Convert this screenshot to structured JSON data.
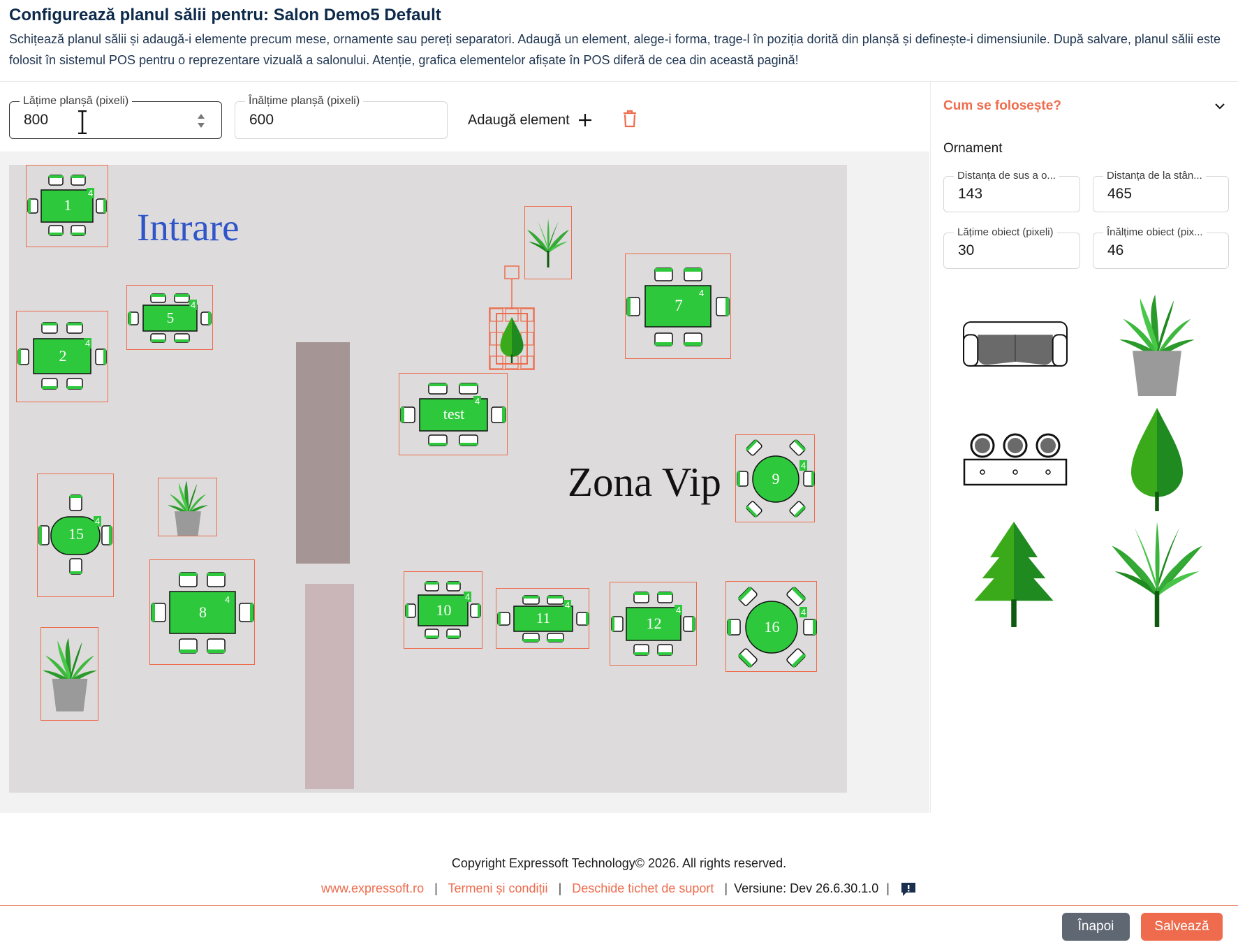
{
  "header": {
    "title": "Configurează planul sălii pentru: Salon Demo5 Default",
    "description": "Schițează planul sălii și adaugă-i elemente precum mese, ornamente sau pereți separatori. Adaugă un element, alege-i forma, trage-l în poziția dorită din planșă și definește-i dimensiunile. După salvare, planul sălii este folosit în sistemul POS pentru o reprezentare vizuală a salonului. Atenție, grafica elementelor afișate în POS diferă de cea din această pagină!"
  },
  "toolbar": {
    "width_label": "Lățime planșă (pixeli)",
    "width_value": "800",
    "height_label": "Înălțime planșă (pixeli)",
    "height_value": "600",
    "add_element_label": "Adaugă element"
  },
  "floor": {
    "labels": {
      "entrance": "Intrare",
      "vip": "Zona Vip"
    },
    "tables": [
      {
        "name": "1",
        "seats": "4"
      },
      {
        "name": "2",
        "seats": "4"
      },
      {
        "name": "5",
        "seats": "4"
      },
      {
        "name": "7",
        "seats": "4"
      },
      {
        "name": "test",
        "seats": "4"
      },
      {
        "name": "9",
        "seats": "4"
      },
      {
        "name": "15",
        "seats": "4"
      },
      {
        "name": "8",
        "seats": "4"
      },
      {
        "name": "10",
        "seats": "4"
      },
      {
        "name": "11",
        "seats": "4"
      },
      {
        "name": "12",
        "seats": "4"
      },
      {
        "name": "16",
        "seats": "4"
      }
    ]
  },
  "sidebar": {
    "how_to_label": "Cum se folosește?",
    "section_title": "Ornament",
    "fields": {
      "top_label": "Distanța de sus a o...",
      "top_value": "143",
      "left_label": "Distanța de la stân...",
      "left_value": "465",
      "width_label": "Lățime obiect (pixeli)",
      "width_value": "30",
      "height_label": "Înălțime obiect (pix...",
      "height_value": "46"
    },
    "palette": [
      "sofa-icon",
      "potted-plant-icon",
      "bar-counter-icon",
      "tree-icon",
      "pine-tree-icon",
      "palm-icon"
    ]
  },
  "footer": {
    "copyright": "Copyright Expressoft Technology© 2026. All rights reserved.",
    "link_site": "www.expressoft.ro",
    "link_terms": "Termeni și condiții",
    "link_ticket": "Deschide tichet de suport",
    "version": "Versiune: Dev 26.6.30.1.0"
  },
  "actions": {
    "back_label": "Înapoi",
    "save_label": "Salvează"
  },
  "colors": {
    "accent": "#ee6c4d",
    "table_green": "#2ec83c",
    "floor_bg": "#dddbdb",
    "back_button": "#5f6773"
  }
}
